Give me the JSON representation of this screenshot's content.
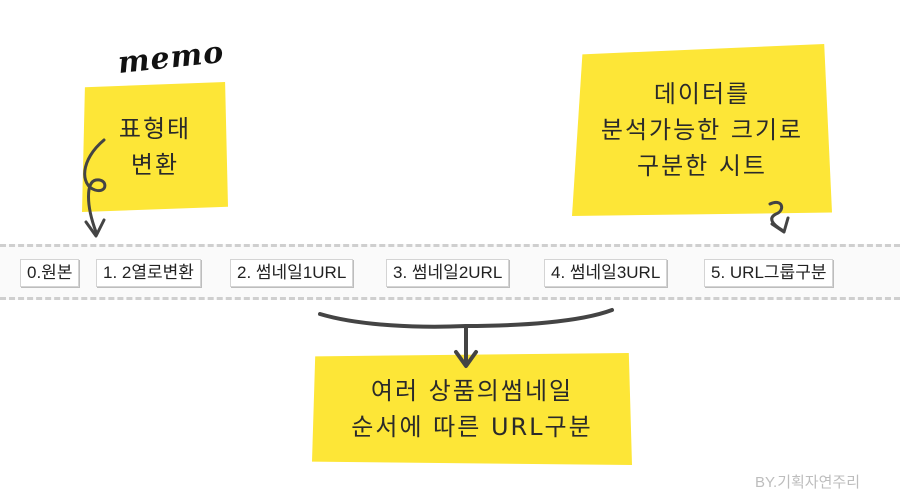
{
  "memo_title": "memo",
  "notes": {
    "left": "표형태\n변환",
    "right": "데이터를\n분석가능한 크기로\n구분한 시트",
    "bottom": "여러 상품의썸네일\n순서에 따른 URL구분"
  },
  "tabs": [
    "0.원본",
    "1. 2열로변환",
    "2. 썸네일1URL",
    "3. 썸네일2URL",
    "4. 썸네일3URL",
    "5. URL그룹구분"
  ],
  "credit": "BY.기획자연주리",
  "colors": {
    "highlight": "#fde637",
    "tab_border": "#d4d4d4",
    "strip_dash": "#cfcfcf"
  }
}
